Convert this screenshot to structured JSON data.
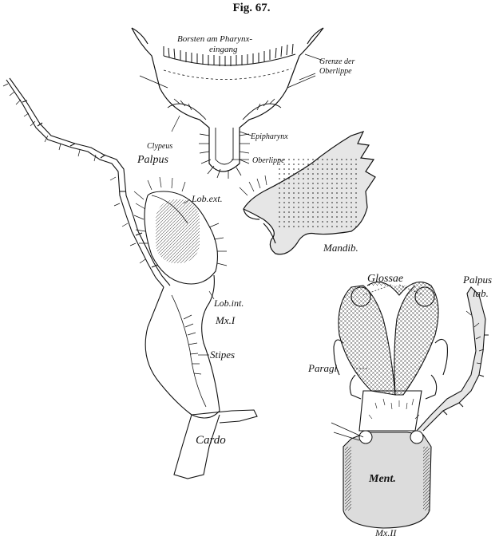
{
  "figure": {
    "title": "Fig. 67.",
    "labels": {
      "borsten_line1": "Borsten am Pharynx-",
      "borsten_line2": "eingang",
      "grenze_line1": "Grenze der",
      "grenze_line2": "Oberlippe",
      "clypeus": "Clypeus",
      "epipharynx": "Epipharynx",
      "oberlippe": "Oberlippe",
      "palpus": "Palpus",
      "lob_ext": "Lob.ext.",
      "mandib": "Mandib.",
      "lob_int": "Lob.int.",
      "mx1": "Mx.I",
      "stipes": "Stipes",
      "cardo": "Cardo",
      "glossae": "Glossae",
      "palpus_lab_line1": "Palpus",
      "palpus_lab_line2": "lab.",
      "paragl": "Paragl.",
      "ment": "Ment.",
      "mx2": "Mx.II"
    }
  }
}
